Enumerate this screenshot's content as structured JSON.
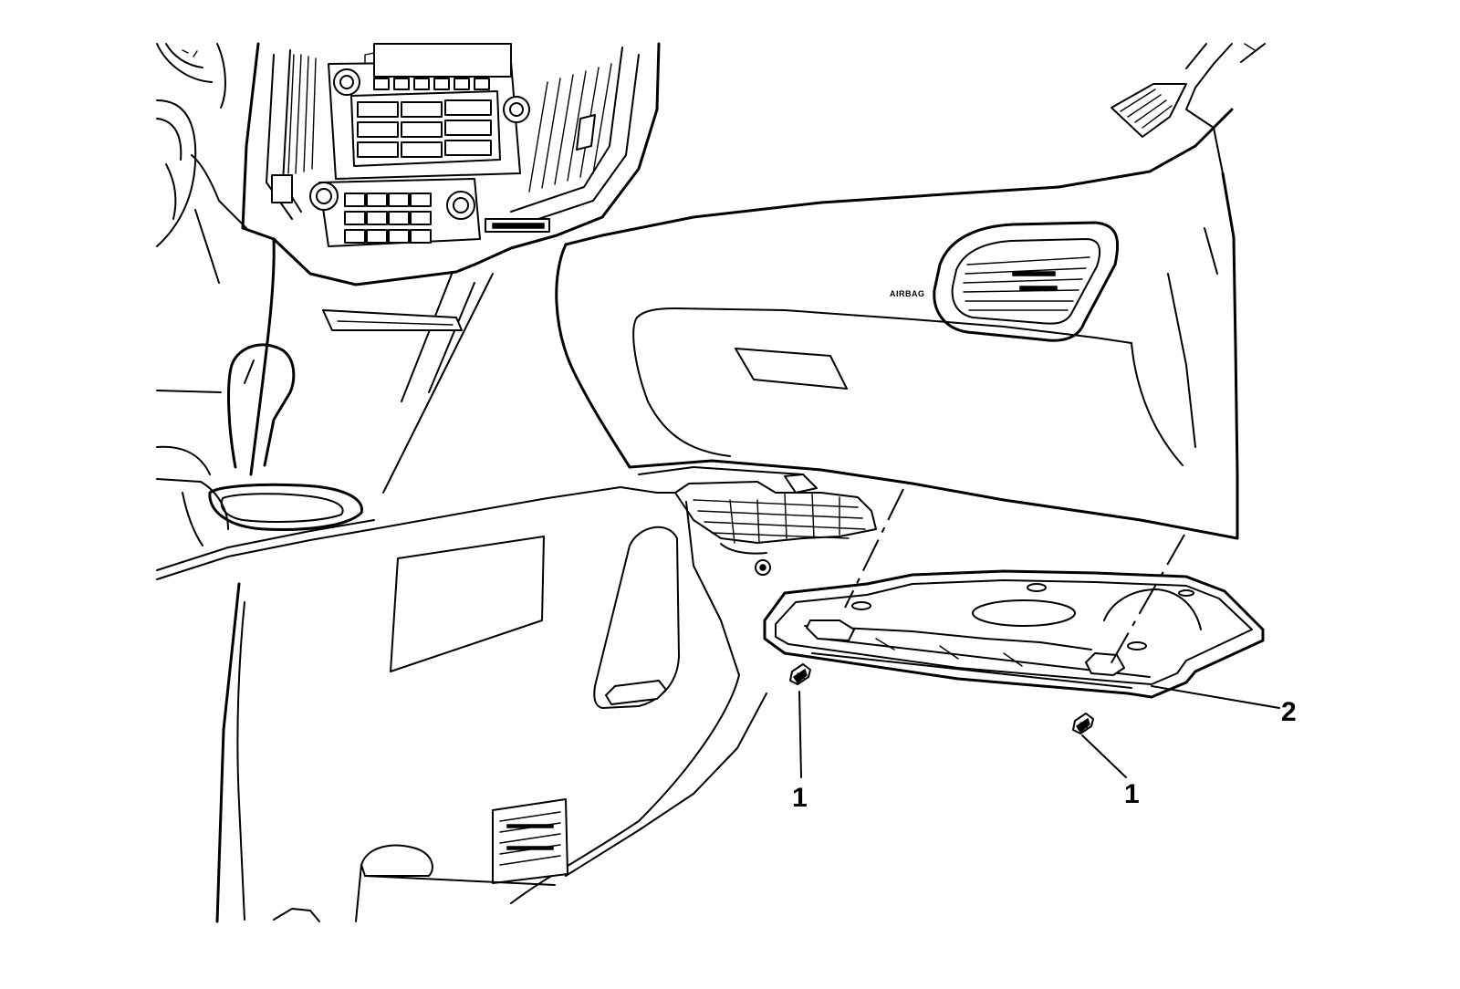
{
  "diagram": {
    "callouts": [
      {
        "id": "fastener-left",
        "label": "1"
      },
      {
        "id": "fastener-right",
        "label": "1"
      },
      {
        "id": "panel",
        "label": "2"
      }
    ],
    "airbag_label": "AIRBAG"
  },
  "colors": {
    "line": "#000000",
    "background": "#ffffff"
  }
}
